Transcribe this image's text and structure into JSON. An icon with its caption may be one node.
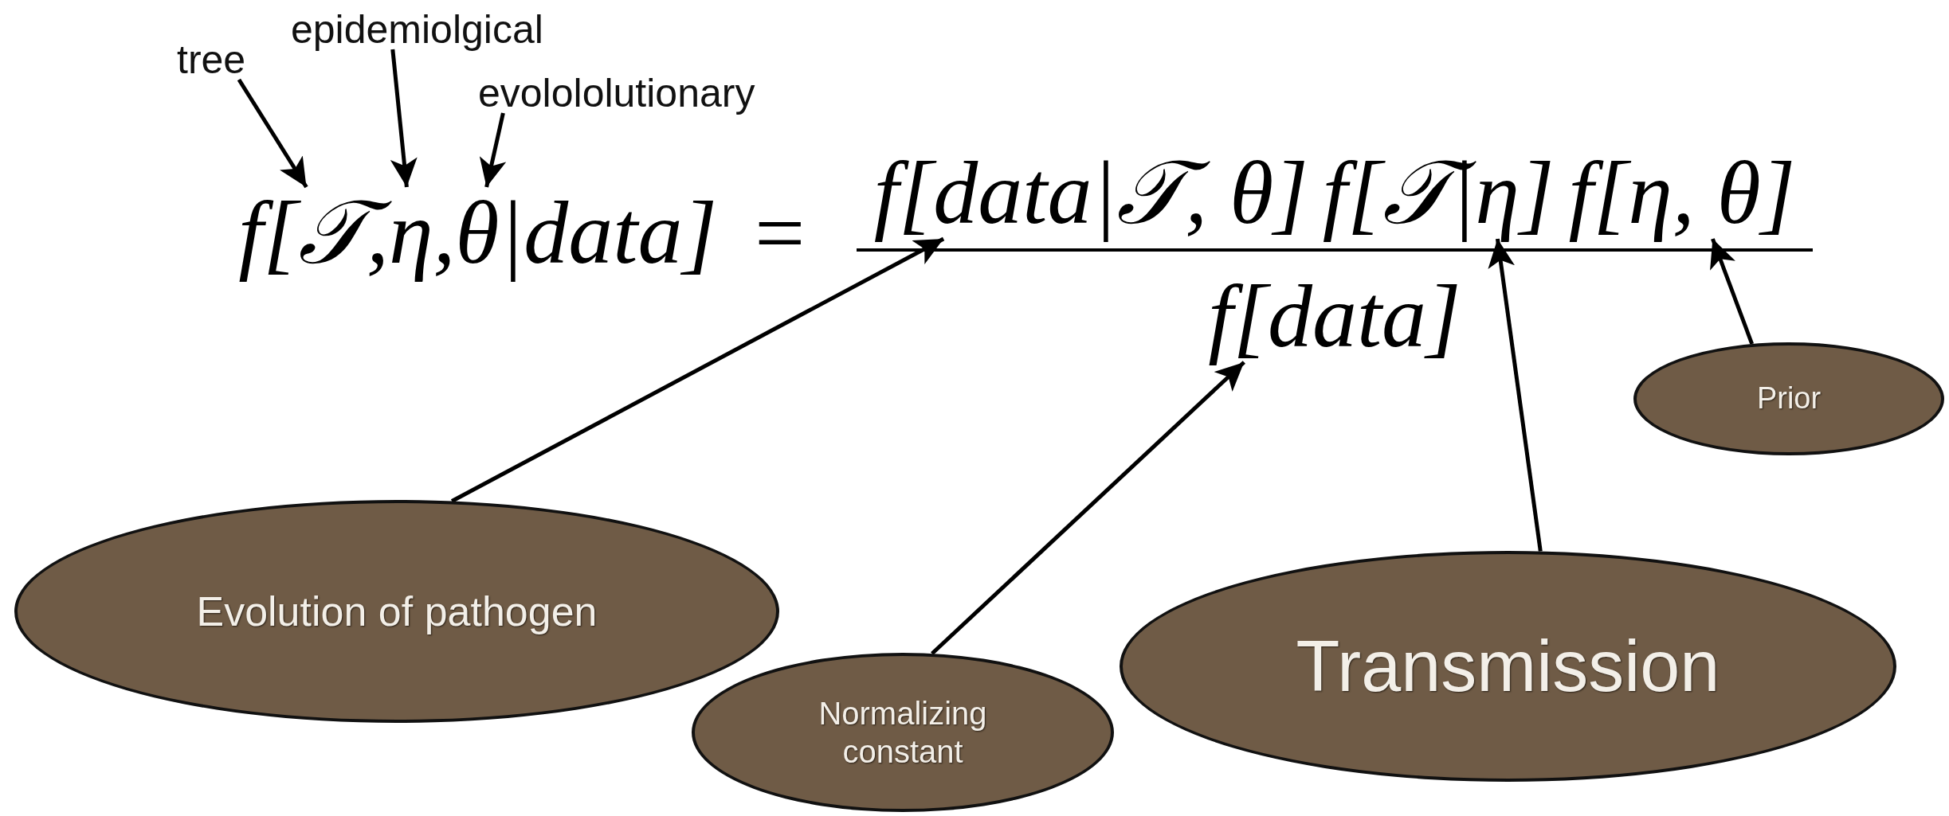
{
  "diagram": {
    "nodes": [
      {
        "text": [
          "tree"
        ]
      },
      {
        "text": [
          "epidemiolgical"
        ]
      },
      {
        "text": [
          "evolololutionary"
        ]
      },
      {
        "text": [
          "𝒯"
        ]
      },
      {
        "text": [
          "η"
        ]
      },
      {
        "text": [
          "θ"
        ]
      },
      {
        "text": [
          "f[data|𝒯, θ]"
        ]
      },
      {
        "text": [
          "f[𝒯|η]"
        ]
      },
      {
        "text": [
          "f[η, θ]"
        ]
      },
      {
        "text": [
          "f[data]"
        ]
      },
      {
        "text": [
          "Evolution of pathogen"
        ]
      },
      {
        "text": [
          "Normalizing constant"
        ]
      },
      {
        "text": [
          "Transmission"
        ]
      },
      {
        "text": [
          "Prior"
        ]
      }
    ],
    "edges": [
      {
        "from": 0,
        "to": 3,
        "arrow": "to"
      },
      {
        "from": 1,
        "to": 4,
        "arrow": "to"
      },
      {
        "from": 2,
        "to": 5,
        "arrow": "to"
      },
      {
        "from": 10,
        "to": 6,
        "arrow": "to"
      },
      {
        "from": 11,
        "to": 9,
        "arrow": "to"
      },
      {
        "from": 12,
        "to": 7,
        "arrow": "to"
      },
      {
        "from": 13,
        "to": 8,
        "arrow": "to"
      }
    ],
    "labels": [
      "f[",
      ",",
      ",",
      "|data]",
      "="
    ]
  }
}
